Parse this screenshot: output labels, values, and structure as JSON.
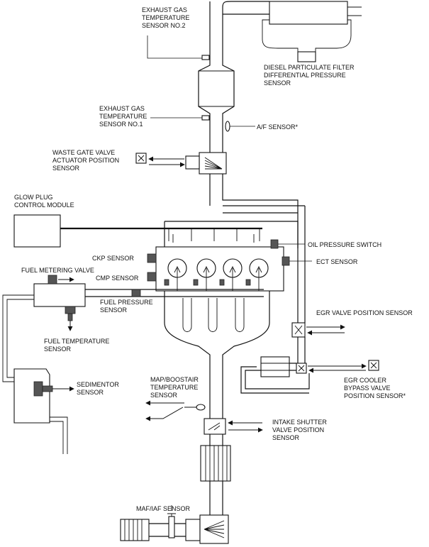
{
  "labels": {
    "exhaust_gas_temp_sensor_2": [
      "EXHAUST GAS",
      "TEMPERATURE",
      "SENSOR NO.2"
    ],
    "dpf_differential_pressure_sensor": [
      "DIESEL PARTICULATE FILTER",
      "DIFFERENTIAL PRESSURE",
      "SENSOR"
    ],
    "exhaust_gas_temp_sensor_1": [
      "EXHAUST GAS",
      "TEMPERATURE",
      "SENSOR NO.1"
    ],
    "af_sensor": [
      "A/F SENSOR*"
    ],
    "waste_gate_valve_sensor": [
      "WASTE GATE VALVE",
      "ACTUATOR POSITION",
      "SENSOR"
    ],
    "glow_plug_control_module": [
      "GLOW PLUG",
      "CONTROL MODULE"
    ],
    "oil_pressure_switch": [
      "OIL PRESSURE SWITCH"
    ],
    "ckp_sensor": [
      "CKP SENSOR"
    ],
    "ect_sensor": [
      "ECT SENSOR"
    ],
    "fuel_metering_valve": [
      "FUEL METERING VALVE"
    ],
    "cmp_sensor": [
      "CMP SENSOR"
    ],
    "fuel_pressure_sensor": [
      "FUEL PRESSURE",
      "SENSOR"
    ],
    "egr_valve_position_sensor": [
      "EGR VALVE POSITION SENSOR"
    ],
    "fuel_temperature_sensor": [
      "FUEL TEMPERATURE",
      "SENSOR"
    ],
    "egr_cooler_bypass_valve_sensor": [
      "EGR COOLER",
      "BYPASS VALVE",
      "POSITION SENSOR*"
    ],
    "sedimentor_sensor": [
      "SEDIMENTOR",
      "SENSOR"
    ],
    "map_boost_air_temp_sensor": [
      "MAP/BOOSTAIR",
      "TEMPERATURE",
      "SENSOR"
    ],
    "intake_shutter_valve_sensor": [
      "INTAKE SHUTTER",
      "VALVE POSITION",
      "SENSOR"
    ],
    "maf_iaf_sensor": [
      "MAF/IAF SENSOR"
    ]
  }
}
